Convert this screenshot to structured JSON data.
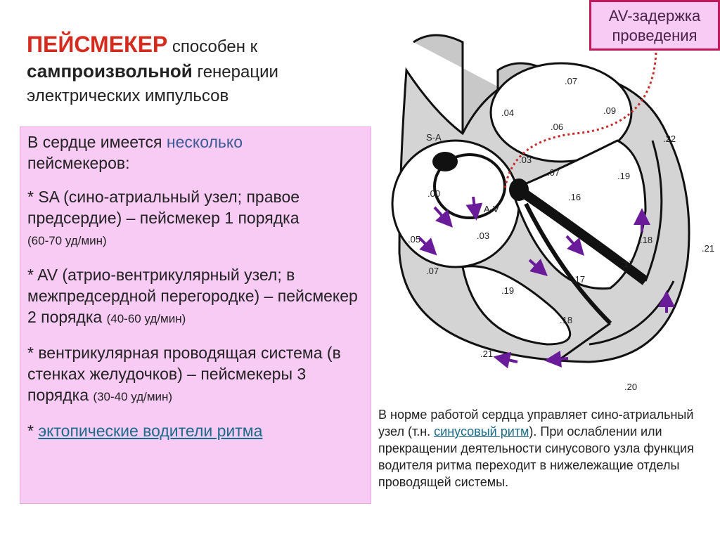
{
  "title": {
    "word1": "ПЕЙСМЕКЕР",
    "rest1": " способен к",
    "word2": "сампроизвольной",
    "rest2": " генерации",
    "line3": "электрических импульсов"
  },
  "left_box": {
    "intro_a": "В сердце имеется ",
    "intro_hl": "несколько",
    "intro_b": "пейсмекеров:",
    "sa_main": "* SA (сино-атриальный узел; правое предсердие) – пейсмекер 1 порядка",
    "sa_rate": "(60-70 уд/мин)",
    "av_main": "* AV (атрио-вентрикулярный узел; в межпредсердной перегородке) – пейсмекер 2 порядка",
    "av_rate": "(40-60 уд/мин)",
    "vent_main": "* вентрикулярная проводящая система (в стенках желудочков) – пейсмекеры 3 порядка",
    "vent_rate": "(30-40 уд/мин)",
    "ectopic_star": "* ",
    "ectopic_link": "эктопические водители ритма"
  },
  "av_box": {
    "line1": "AV-задержка",
    "line2": "проведения"
  },
  "note": {
    "part1": "В норме работой сердца управляет сино-атриальный узел (т.н. ",
    "link": "синусовый ритм",
    "part2": "). При ослаблении или прекращении деятельности синусового узла функция водителя ритма переходит в нижележащие отделы проводящей системы."
  },
  "diagram": {
    "label_sa": "S-A",
    "label_av": "A-V",
    "times": [
      ".07",
      ".04",
      ".06",
      ".09",
      ".03",
      ".07",
      ".16",
      ".19",
      ".00",
      ".03",
      ".05",
      ".07",
      ".19",
      ".17",
      ".18",
      ".17",
      ".18",
      ".21",
      ".20",
      ".22",
      ".21"
    ],
    "colors": {
      "arrow": "#6a1b9a",
      "dotted": "#c62828",
      "line": "#111111"
    }
  }
}
